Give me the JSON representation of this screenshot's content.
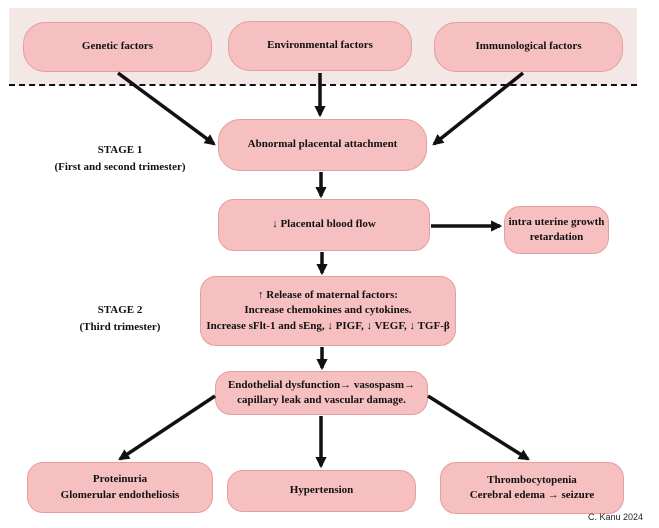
{
  "causes": {
    "genetic": "Genetic factors",
    "environmental": "Environmental factors",
    "immunological": "Immunological factors"
  },
  "stage1": {
    "title": "STAGE 1",
    "subtitle": "(First and second trimester)"
  },
  "stage2": {
    "title": "STAGE 2",
    "subtitle": "(Third trimester)"
  },
  "nodes": {
    "abnormal_attachment": "Abnormal placental attachment",
    "placental_flow": "↓ Placental blood flow",
    "iugr": [
      "intra uterine growth",
      "retardation"
    ],
    "maternal_factors": [
      "↑ Release of maternal factors:",
      "Increase chemokines and cytokines.",
      "Increase sFlt-1 and sEng, ↓ PIGF, ↓ VEGF, ↓ TGF-β"
    ],
    "endothelial": [
      "Endothelial dysfunction→ vasospasm→",
      "capillary leak and vascular damage."
    ]
  },
  "outcomes": {
    "proteinuria": [
      "Proteinuria",
      "Glomerular endotheliosis"
    ],
    "hypertension": "Hypertension",
    "thrombocytopenia": [
      "Thrombocytopenia",
      "Cerebral edema → seizure"
    ]
  },
  "credit": "C. Kanu 2024",
  "colors": {
    "box_fill": "#f7c0c0",
    "band_fill": "#f3e8e6",
    "arrow": "#111111"
  }
}
